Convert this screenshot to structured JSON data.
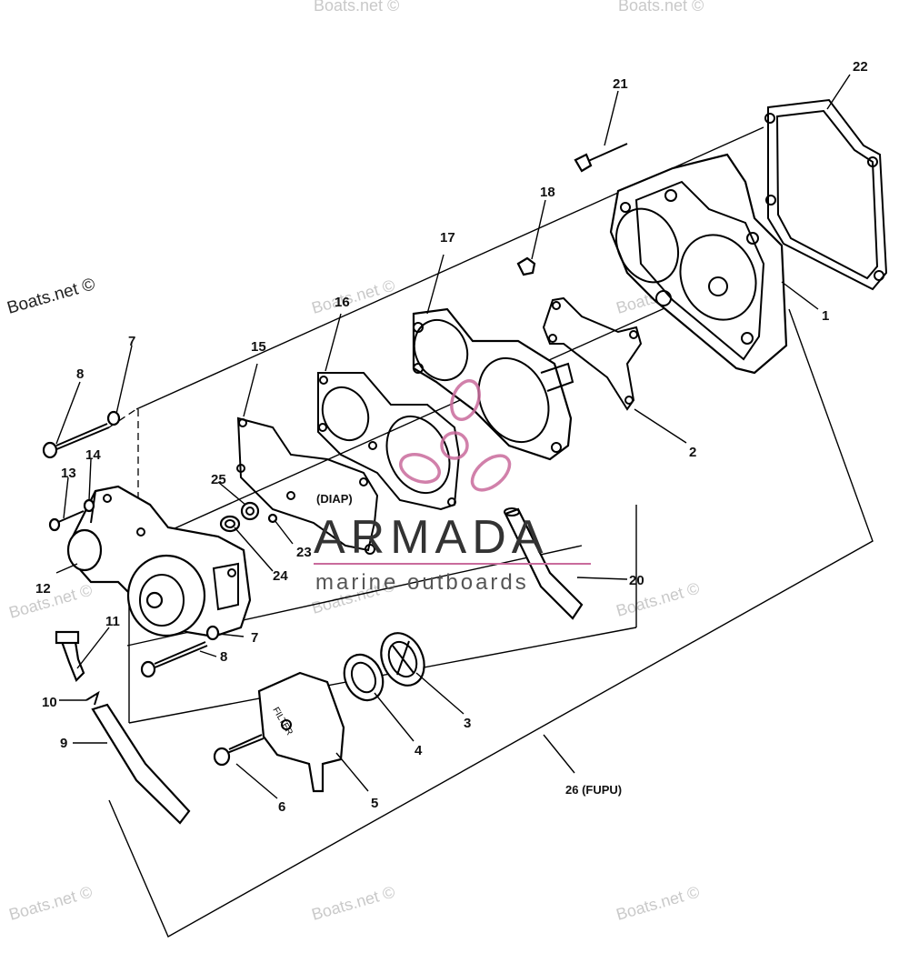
{
  "watermarks": {
    "site": "Boats.net ©"
  },
  "brand": {
    "name": "ARMADA",
    "tagline": "marine outboards"
  },
  "labels": {
    "diap": "(DIAP)",
    "fupu": "26 (FUPU)"
  },
  "callouts": [
    "1",
    "2",
    "3",
    "4",
    "5",
    "6",
    "7",
    "7",
    "8",
    "8",
    "9",
    "10",
    "11",
    "12",
    "13",
    "14",
    "15",
    "16",
    "17",
    "18",
    "20",
    "21",
    "22",
    "23",
    "24",
    "25"
  ]
}
